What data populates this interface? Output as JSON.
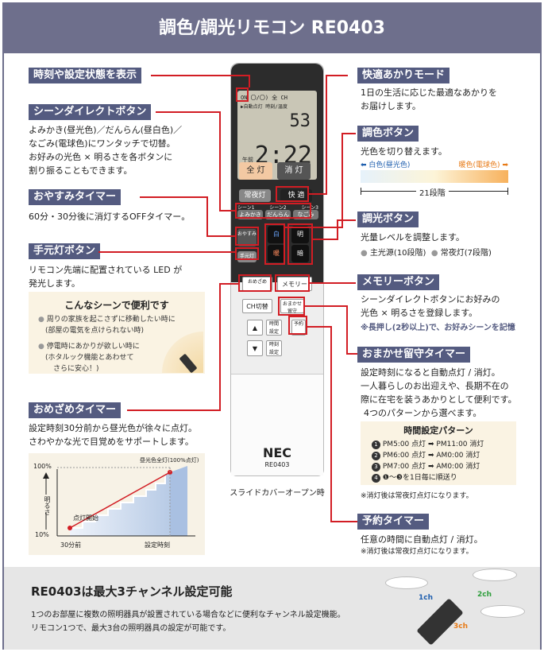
{
  "title": "調色/調光リモコン RE0403",
  "sections": {
    "clock": {
      "label": "時刻や設定状態を表示"
    },
    "scene_direct": {
      "label": "シーンダイレクトボタン",
      "text": [
        "よみかき(昼光色)／だんらん(昼白色)／",
        "なごみ(電球色)にワンタッチで切替。",
        "お好みの光色 × 明るさを各ボタンに",
        "割り振ることもできます。"
      ]
    },
    "sleep": {
      "label": "おやすみタイマー",
      "text": "60分・30分後に消灯するOFFタイマー。"
    },
    "hand_light": {
      "label": "手元灯ボタン",
      "text": [
        "リモコン先端に配置されている LED が",
        "発光します。"
      ]
    },
    "convenient": {
      "title": "こんなシーンで便利です",
      "items": [
        "周りの家族を起こさずに移動したい時に",
        "(部屋の電気を点けられない時)",
        "停電時にあかりが欲しい時に",
        "(ホタルック機能とあわせて",
        "さらに安心！)"
      ]
    },
    "wake": {
      "label": "おめざめタイマー",
      "text": [
        "設定時刻30分前から昼光色が徐々に点灯。",
        "さわやかな光で目覚めをサポートします。"
      ]
    },
    "comfort": {
      "label": "快適あかりモード",
      "text": [
        "1日の生活に応じた最適なあかりを",
        "お届けします。"
      ]
    },
    "color": {
      "label": "調色ボタン",
      "text": "光色を切り替えます。",
      "left": "白色(昼光色)",
      "right": "暖色(電球色)",
      "steps": "21段階"
    },
    "dimmer": {
      "label": "調光ボタン",
      "text": "光量レベルを調整します。",
      "note1": "主光源(10段階)",
      "note2": "常夜灯(7段階)"
    },
    "memory": {
      "label": "メモリーボタン",
      "text": [
        "シーンダイレクトボタンにお好みの",
        "光色 × 明るさを登録します。"
      ],
      "note": "※長押し(2秒以上)で、お好みシーンを記憶"
    },
    "away": {
      "label": "おまかせ留守タイマー",
      "text": [
        "設定時刻になると自動点灯 / 消灯。",
        "一人暮らしのお出迎えや、長期不在の",
        "際に在宅を装うあかりとして便利です。",
        "4つのパターンから選べます。"
      ]
    },
    "pattern": {
      "title": "時間設定パターン",
      "rows": [
        "PM5:00 点灯 ➡ PM11:00 消灯",
        "PM6:00 点灯 ➡ AM0:00 消灯",
        "PM7:00 点灯 ➡ AM0:00 消灯",
        "❶〜❸を1日毎に順送り"
      ],
      "nums": [
        "1",
        "2",
        "3",
        "4"
      ],
      "note": "※消灯後は常夜灯点灯になります。"
    },
    "reserve": {
      "label": "予約タイマー",
      "text": "任意の時間に自動点灯 / 消灯。",
      "note": "※消灯後は常夜灯点灯になります。"
    }
  },
  "chart": {
    "y_top": "100%",
    "y_bottom": "10%",
    "y_label": "明るさ",
    "x_left": "30分前",
    "x_right": "設定時刻",
    "start_label": "点灯開始",
    "end_label": "昼光色全灯(100%点灯)"
  },
  "remote": {
    "lcd": {
      "top": "ON 〇/〇) 全 CH",
      "top2": "▶自動点灯 時刻/温度",
      "temp": "53",
      "time": "2:22",
      "am": "午前"
    },
    "buttons": {
      "all_on": "全 灯",
      "off": "消 灯",
      "night": "常夜灯",
      "comfort": "快 適",
      "scene1": "シーン1",
      "scene2": "シーン2",
      "scene3": "シーン3",
      "yomikaki": "よみかき",
      "danran": "だんらん",
      "nagomi": "なごみ",
      "sleep": "おやすみ",
      "white": "白",
      "warm": "暖",
      "bright": "明",
      "dark": "暗",
      "hand": "手元灯",
      "wake": "おめざめ",
      "memory": "メモリー",
      "ch": "CH切替",
      "away": "おまかせ 留守",
      "reserve": "予約",
      "up": "▲",
      "down": "▼",
      "time_set": "時間 設定",
      "time_set2": "時刻 設定"
    },
    "brand": "NEC",
    "model": "RE0403",
    "caption": "スライドカバーオープン時"
  },
  "channel": {
    "title": "RE0403は最大3チャンネル設定可能",
    "text": [
      "1つのお部屋に複数の照明器具が設置されている場合などに便利なチャンネル設定機能。",
      "リモコン1つで、最大3台の照明器具の設定が可能です。"
    ],
    "ch1": "1ch",
    "ch2": "2ch",
    "ch3": "3ch"
  },
  "colors": {
    "accent": "#545b80",
    "red": "#d21d24",
    "blue": "#1f5fae",
    "orange": "#e77a16"
  }
}
